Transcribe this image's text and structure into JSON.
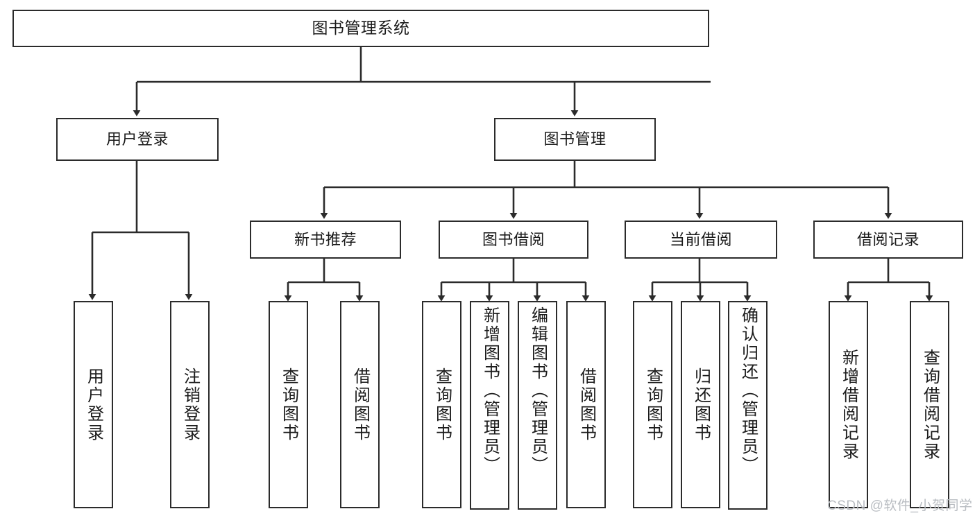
{
  "diagram": {
    "title": "图书管理系统",
    "type": "functional-structure-tree",
    "watermark": "CSDN @软件_小贺同学",
    "colors": {
      "box_border": "#2b2b2b",
      "box_fill": "#ffffff",
      "text": "#1b1b1b",
      "edge": "#2b2b2b",
      "watermark": "#b9bdc2",
      "background": "#ffffff"
    },
    "root": {
      "id": "root",
      "label": "图书管理系统"
    },
    "level2": [
      {
        "id": "user-login",
        "label": "用户登录"
      },
      {
        "id": "book-management",
        "label": "图书管理"
      }
    ],
    "level3": [
      {
        "id": "new-book-recommend",
        "label": "新书推荐",
        "parent": "book-management"
      },
      {
        "id": "book-borrow",
        "label": "图书借阅",
        "parent": "book-management"
      },
      {
        "id": "current-borrow",
        "label": "当前借阅",
        "parent": "book-management"
      },
      {
        "id": "borrow-record",
        "label": "借阅记录",
        "parent": "book-management"
      }
    ],
    "leaves": {
      "user_login": [
        {
          "id": "leaf-user-login",
          "label": "用户登录"
        },
        {
          "id": "leaf-logout-login",
          "label": "注销登录"
        }
      ],
      "new_book_recommend": [
        {
          "id": "leaf-query-book-1",
          "label": "查询图书"
        },
        {
          "id": "leaf-borrow-book-1",
          "label": "借阅图书"
        }
      ],
      "book_borrow": [
        {
          "id": "leaf-query-book-2",
          "label": "查询图书"
        },
        {
          "id": "leaf-add-book",
          "label": "新增图书（管理员）"
        },
        {
          "id": "leaf-edit-book",
          "label": "编辑图书（管理员）"
        },
        {
          "id": "leaf-borrow-book-2",
          "label": "借阅图书"
        }
      ],
      "current_borrow": [
        {
          "id": "leaf-query-book-3",
          "label": "查询图书"
        },
        {
          "id": "leaf-return-book",
          "label": "归还图书"
        },
        {
          "id": "leaf-confirm-return",
          "label": "确认归还（管理员）"
        }
      ],
      "borrow_record": [
        {
          "id": "leaf-add-record",
          "label": "新增借阅记录"
        },
        {
          "id": "leaf-query-record",
          "label": "查询借阅记录"
        }
      ]
    }
  }
}
